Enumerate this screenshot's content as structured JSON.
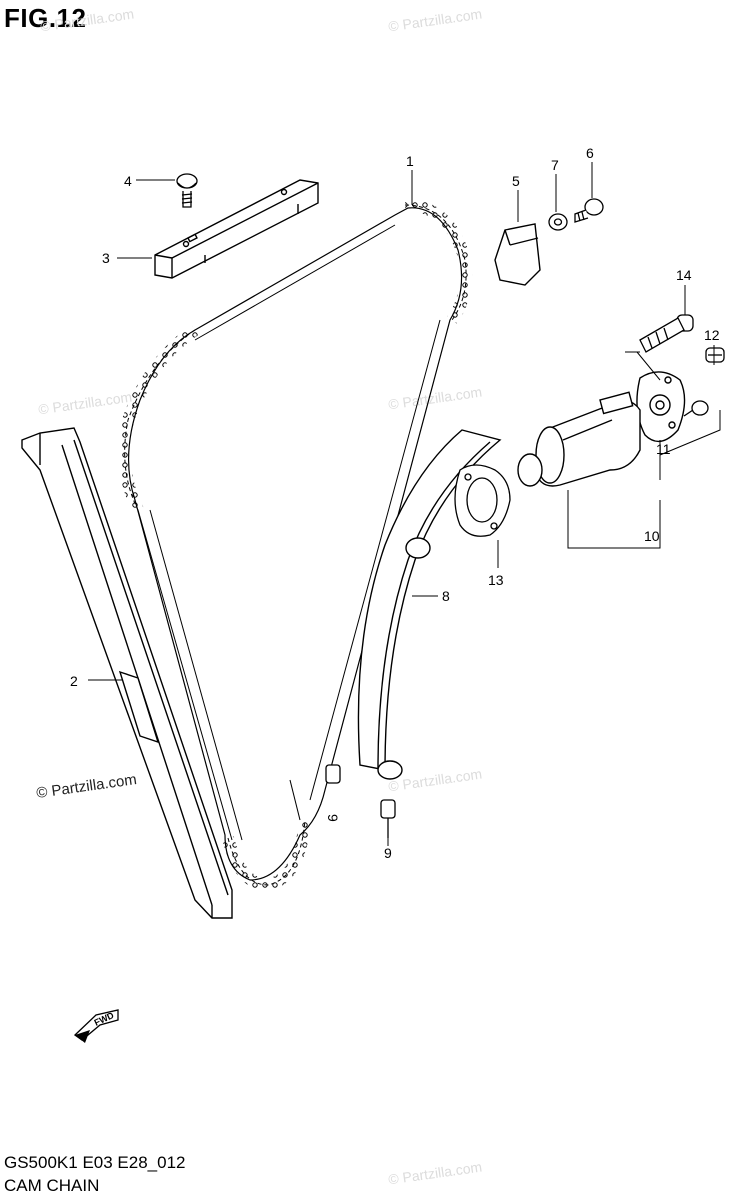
{
  "figure": {
    "title": "FIG.12",
    "model_code": "GS500K1 E03 E28_012",
    "assembly_name": "CAM CHAIN"
  },
  "watermarks": {
    "light": "© Partzilla.com",
    "main": "© Partzilla.com"
  },
  "callouts": [
    {
      "id": "1",
      "label": "1"
    },
    {
      "id": "2",
      "label": "2"
    },
    {
      "id": "3",
      "label": "3"
    },
    {
      "id": "4",
      "label": "4"
    },
    {
      "id": "5",
      "label": "5"
    },
    {
      "id": "6",
      "label": "6"
    },
    {
      "id": "7",
      "label": "7"
    },
    {
      "id": "8",
      "label": "8"
    },
    {
      "id": "9a",
      "label": "9"
    },
    {
      "id": "9b",
      "label": "9"
    },
    {
      "id": "10",
      "label": "10"
    },
    {
      "id": "11",
      "label": "11"
    },
    {
      "id": "12",
      "label": "12"
    },
    {
      "id": "13",
      "label": "13"
    },
    {
      "id": "14",
      "label": "14"
    }
  ],
  "direction_marker": {
    "label": "FWD"
  }
}
